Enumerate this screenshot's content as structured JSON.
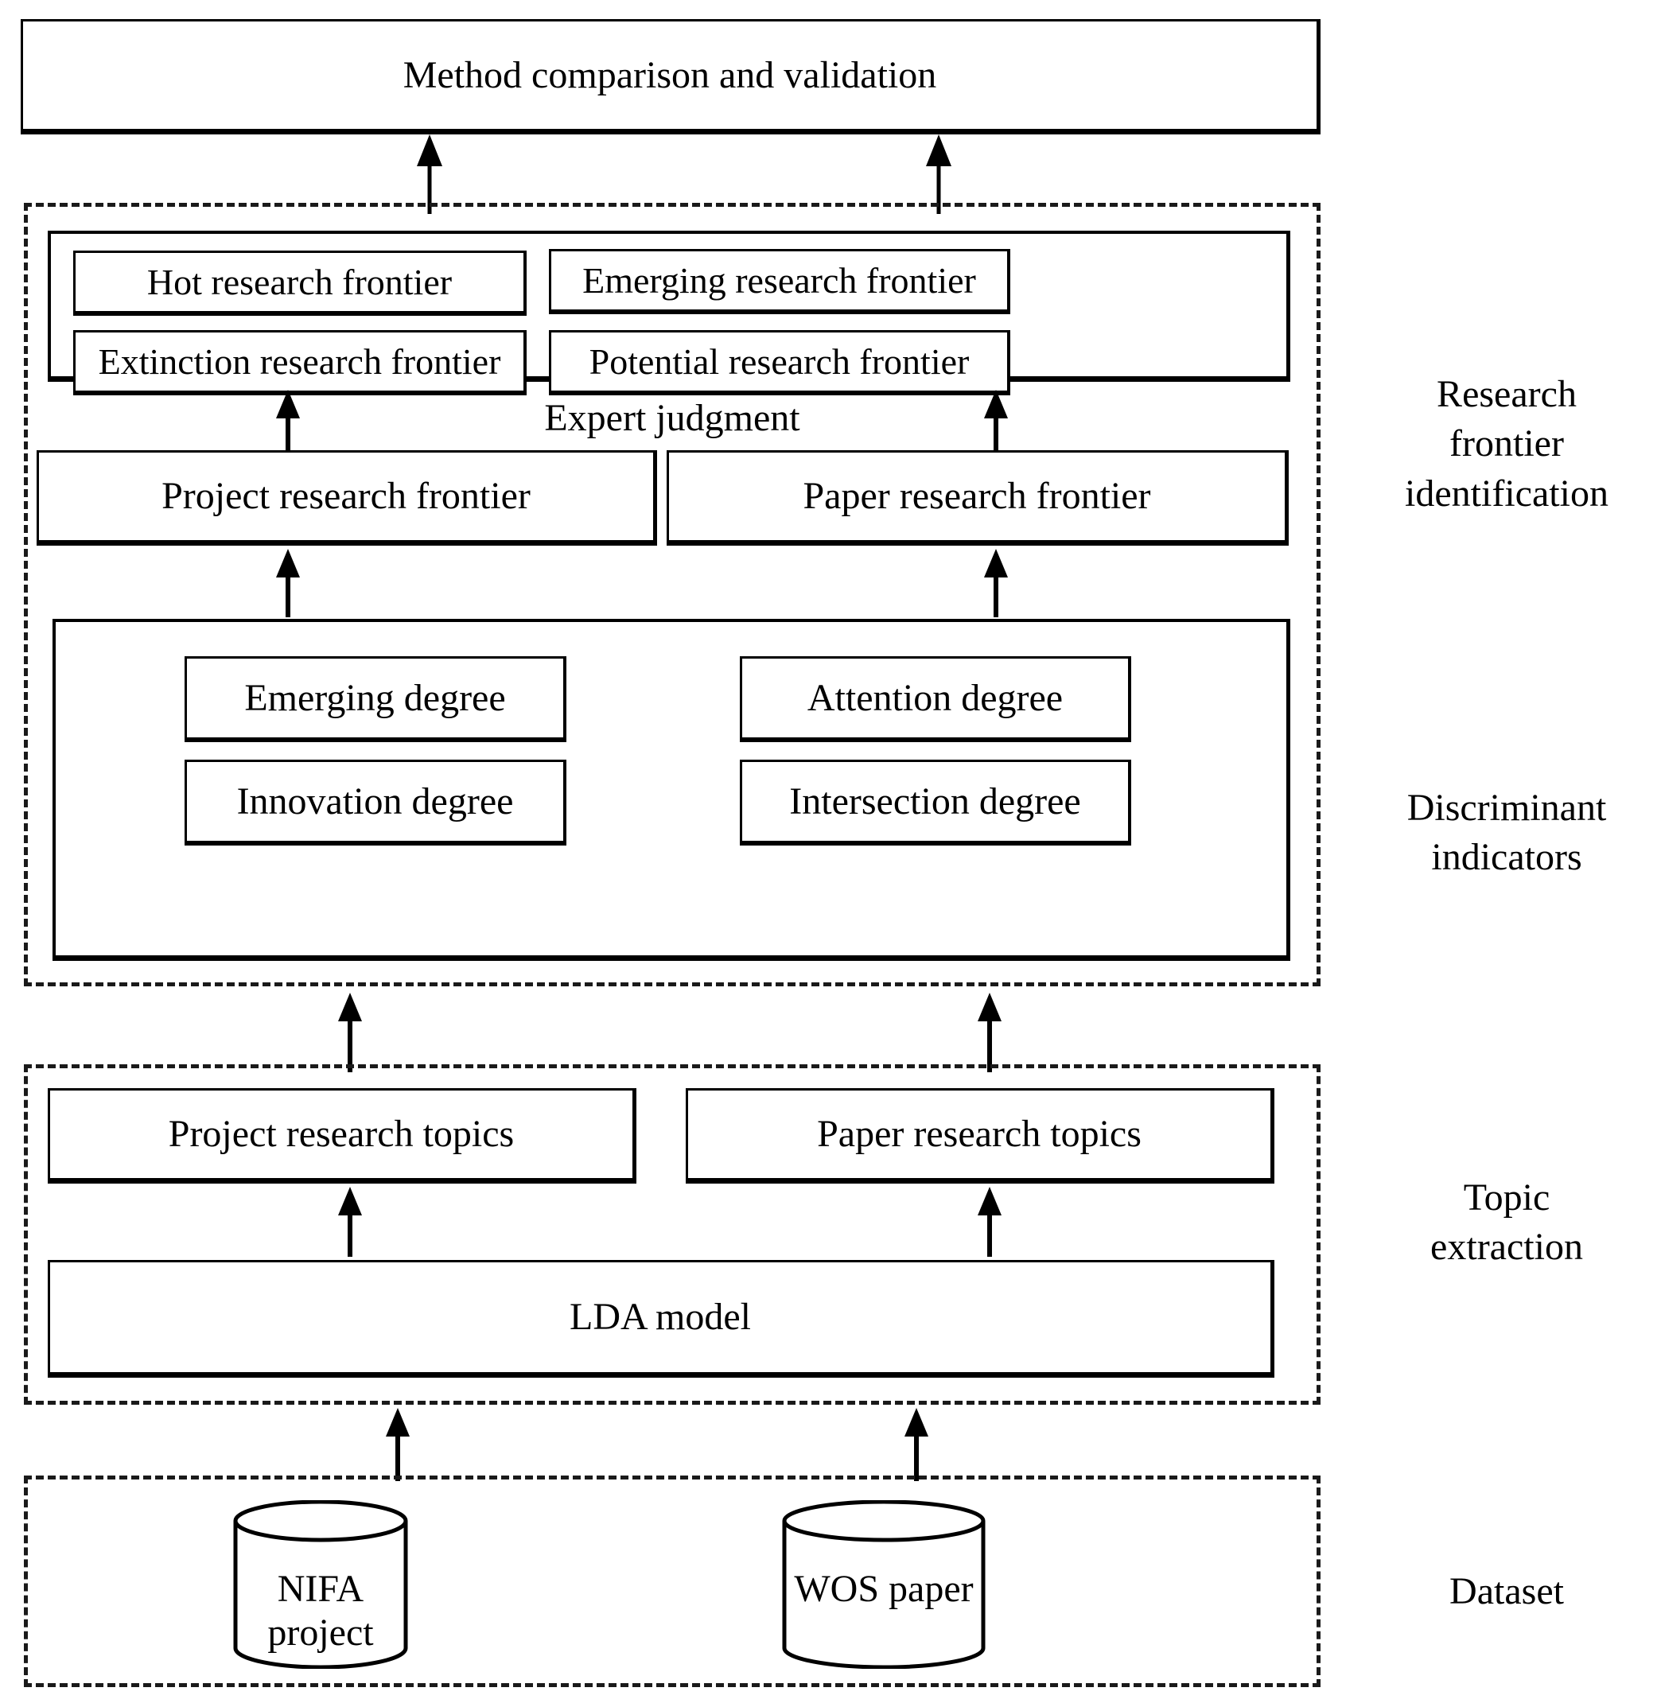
{
  "diagram": {
    "title_box": {
      "label": "Method comparison and validation"
    },
    "sections": [
      {
        "id": "research-frontier-identification",
        "side_label": "Research frontier identification",
        "side_label_lines": [
          "Research",
          "frontier",
          "identification"
        ]
      },
      {
        "id": "discriminant-indicators",
        "side_label": "Discriminant indicators",
        "side_label_lines": [
          "Discriminant",
          "indicators"
        ]
      },
      {
        "id": "topic-extraction",
        "side_label": "Topic extraction",
        "side_label_lines": [
          "Topic",
          "extraction"
        ]
      },
      {
        "id": "dataset",
        "side_label": "Dataset",
        "side_label_lines": [
          "Dataset"
        ]
      }
    ],
    "frontier_types": [
      {
        "label": "Hot research frontier"
      },
      {
        "label": "Emerging research frontier"
      },
      {
        "label": "Extinction research frontier"
      },
      {
        "label": "Potential research frontier"
      }
    ],
    "expert_judgment": {
      "label": "Expert judgment"
    },
    "frontier_sources": [
      {
        "label": "Project research frontier"
      },
      {
        "label": "Paper research frontier"
      }
    ],
    "indicators": [
      {
        "label": "Emerging degree"
      },
      {
        "label": "Attention degree"
      },
      {
        "label": "Innovation degree"
      },
      {
        "label": "Intersection degree"
      }
    ],
    "topics": [
      {
        "label": "Project research topics"
      },
      {
        "label": "Paper research topics"
      }
    ],
    "model": {
      "label": "LDA model"
    },
    "datasets": [
      {
        "label": "NIFA project",
        "icon": "database-cylinder-icon"
      },
      {
        "label": "WOS paper",
        "icon": "database-cylinder-icon"
      }
    ],
    "colors": {
      "stroke": "#000000",
      "background": "#ffffff",
      "dashed_stroke": "#1a1a1a"
    }
  }
}
